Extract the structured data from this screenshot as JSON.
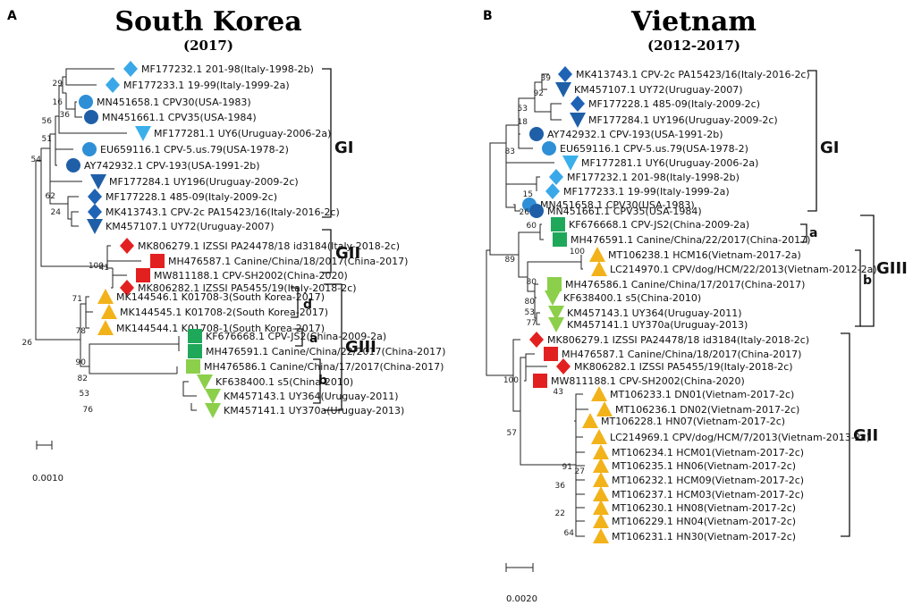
{
  "colors": {
    "circle": "#2e8fd6",
    "circle_dark": "#1f5fa8",
    "diamond_light": "#3aa8e8",
    "diamond_dark": "#1f63b5",
    "triangle_down_light": "#3ab0ea",
    "triangle_down_dark": "#1f5fa8",
    "red": "#e32020",
    "yellow": "#f2b21a",
    "green": "#1fa85a",
    "lightgreen": "#8ccf4a"
  },
  "panels": [
    {
      "letter": "A",
      "title": "South Korea",
      "subtitle": "(2017)",
      "scale_label": "0.0010",
      "taxa": [
        {
          "label": "MF177232.1 201-98(Italy-1998-2b)",
          "shape": "diamond",
          "color": "diamond_light"
        },
        {
          "label": "MF177233.1 19-99(Italy-1999-2a)",
          "shape": "diamond",
          "color": "diamond_light"
        },
        {
          "label": "MN451658.1 CPV30(USA-1983)",
          "shape": "circle",
          "color": "circle"
        },
        {
          "label": "MN451661.1 CPV35(USA-1984)",
          "shape": "circle",
          "color": "circle_dark"
        },
        {
          "label": "MF177281.1 UY6(Uruguay-2006-2a)",
          "shape": "tri-down",
          "color": "triangle_down_light"
        },
        {
          "label": "EU659116.1 CPV-5.us.79(USA-1978-2)",
          "shape": "circle",
          "color": "circle"
        },
        {
          "label": "AY742932.1 CPV-193(USA-1991-2b)",
          "shape": "circle",
          "color": "circle_dark"
        },
        {
          "label": "MF177284.1 UY196(Uruguay-2009-2c)",
          "shape": "tri-down",
          "color": "triangle_down_dark"
        },
        {
          "label": "MF177228.1 485-09(Italy-2009-2c)",
          "shape": "diamond",
          "color": "diamond_dark"
        },
        {
          "label": "MK413743.1 CPV-2c PA15423/16(Italy-2016-2c)",
          "shape": "diamond",
          "color": "diamond_dark"
        },
        {
          "label": "KM457107.1 UY72(Uruguay-2007)",
          "shape": "tri-down",
          "color": "triangle_down_dark"
        },
        {
          "label": "MK806279.1 IZSSI PA24478/18 id3184(Italy-2018-2c)",
          "shape": "diamond",
          "color": "red"
        },
        {
          "label": "MH476587.1 Canine/China/18/2017(China-2017)",
          "shape": "square",
          "color": "red"
        },
        {
          "label": "MW811188.1 CPV-SH2002(China-2020)",
          "shape": "square",
          "color": "red"
        },
        {
          "label": "MK806282.1 IZSSI PA5455/19(Italy-2018-2c)",
          "shape": "diamond",
          "color": "red"
        },
        {
          "label": "MK144546.1 K01708-3(South Korea-2017)",
          "shape": "tri-up",
          "color": "yellow"
        },
        {
          "label": "MK144545.1 K01708-2(South Korea-2017)",
          "shape": "tri-up",
          "color": "yellow"
        },
        {
          "label": "MK144544.1 K01708-1(South Korea-2017)",
          "shape": "tri-up",
          "color": "yellow"
        },
        {
          "label": "KF676668.1 CPV-JS2(China-2009-2a)",
          "shape": "square",
          "color": "green"
        },
        {
          "label": "MH476591.1 Canine/China/22/2017(China-2017)",
          "shape": "square",
          "color": "green"
        },
        {
          "label": "MH476586.1 Canine/China/17/2017(China-2017)",
          "shape": "square",
          "color": "lightgreen"
        },
        {
          "label": "KF638400.1 s5(China-2010)",
          "shape": "tri-down",
          "color": "lightgreen"
        },
        {
          "label": "KM457143.1 UY364(Uruguay-2011)",
          "shape": "tri-down",
          "color": "lightgreen"
        },
        {
          "label": "KM457141.1 UY370a(Uruguay-2013)",
          "shape": "tri-down",
          "color": "lightgreen"
        }
      ],
      "bootstrap": [
        "29",
        "16",
        "36",
        "56",
        "51",
        "54",
        "62",
        "24",
        "100",
        "41",
        "71",
        "26",
        "78",
        "90",
        "82",
        "53",
        "76"
      ],
      "groups": [
        {
          "label": "GI"
        },
        {
          "label": "GII"
        },
        {
          "label": "d"
        },
        {
          "label": "a"
        },
        {
          "label": "b"
        },
        {
          "label": "GIII"
        }
      ]
    },
    {
      "letter": "B",
      "title": "Vietnam",
      "subtitle": "(2012-2017)",
      "scale_label": "0.0020",
      "taxa": [
        {
          "label": "MK413743.1 CPV-2c PA15423/16(Italy-2016-2c)",
          "shape": "diamond",
          "color": "diamond_dark"
        },
        {
          "label": "KM457107.1 UY72(Uruguay-2007)",
          "shape": "tri-down",
          "color": "triangle_down_dark"
        },
        {
          "label": "MF177228.1 485-09(Italy-2009-2c)",
          "shape": "diamond",
          "color": "diamond_dark"
        },
        {
          "label": "MF177284.1 UY196(Uruguay-2009-2c)",
          "shape": "tri-down",
          "color": "triangle_down_dark"
        },
        {
          "label": "AY742932.1 CPV-193(USA-1991-2b)",
          "shape": "circle",
          "color": "circle_dark"
        },
        {
          "label": "EU659116.1 CPV-5.us.79(USA-1978-2)",
          "shape": "circle",
          "color": "circle"
        },
        {
          "label": "MF177281.1 UY6(Uruguay-2006-2a)",
          "shape": "tri-down",
          "color": "triangle_down_light"
        },
        {
          "label": "MF177232.1 201-98(Italy-1998-2b)",
          "shape": "diamond",
          "color": "diamond_light"
        },
        {
          "label": "MF177233.1 19-99(Italy-1999-2a)",
          "shape": "diamond",
          "color": "diamond_light"
        },
        {
          "label": "MN451658.1 CPV30(USA-1983)",
          "shape": "circle",
          "color": "circle"
        },
        {
          "label": "MN451661.1 CPV35(USA-1984)",
          "shape": "circle",
          "color": "circle_dark"
        },
        {
          "label": "KF676668.1 CPV-JS2(China-2009-2a)",
          "shape": "square",
          "color": "green"
        },
        {
          "label": "MH476591.1 Canine/China/22/2017(China-2017)",
          "shape": "square",
          "color": "green"
        },
        {
          "label": "MT106238.1 HCM16(Vietnam-2017-2a)",
          "shape": "tri-up",
          "color": "yellow"
        },
        {
          "label": "LC214970.1 CPV/dog/HCM/22/2013(Vietnam-2012-2a)",
          "shape": "tri-up",
          "color": "yellow"
        },
        {
          "label": "MH476586.1 Canine/China/17/2017(China-2017)",
          "shape": "square",
          "color": "lightgreen"
        },
        {
          "label": "KF638400.1 s5(China-2010)",
          "shape": "tri-down",
          "color": "lightgreen"
        },
        {
          "label": "KM457143.1 UY364(Uruguay-2011)",
          "shape": "tri-down",
          "color": "lightgreen"
        },
        {
          "label": "KM457141.1 UY370a(Uruguay-2013)",
          "shape": "tri-down",
          "color": "lightgreen"
        },
        {
          "label": "MK806279.1 IZSSI PA24478/18 id3184(Italy-2018-2c)",
          "shape": "diamond",
          "color": "red"
        },
        {
          "label": "MH476587.1 Canine/China/18/2017(China-2017)",
          "shape": "square",
          "color": "red"
        },
        {
          "label": "MK806282.1 IZSSI PA5455/19(Italy-2018-2c)",
          "shape": "diamond",
          "color": "red"
        },
        {
          "label": "MW811188.1 CPV-SH2002(China-2020)",
          "shape": "square",
          "color": "red"
        },
        {
          "label": "MT106233.1 DN01(Vietnam-2017-2c)",
          "shape": "tri-up",
          "color": "yellow"
        },
        {
          "label": "MT106236.1 DN02(Vietnam-2017-2c)",
          "shape": "tri-up",
          "color": "yellow"
        },
        {
          "label": "MT106228.1 HN07(Vietnam-2017-2c)",
          "shape": "tri-up",
          "color": "yellow"
        },
        {
          "label": "LC214969.1 CPV/dog/HCM/7/2013(Vietnam-2013-2c)",
          "shape": "tri-up",
          "color": "yellow"
        },
        {
          "label": "MT106234.1 HCM01(Vietnam-2017-2c)",
          "shape": "tri-up",
          "color": "yellow"
        },
        {
          "label": "MT106235.1 HN06(Vietnam-2017-2c)",
          "shape": "tri-up",
          "color": "yellow"
        },
        {
          "label": "MT106232.1 HCM09(Vietnam-2017-2c)",
          "shape": "tri-up",
          "color": "yellow"
        },
        {
          "label": "MT106237.1 HCM03(Vietnam-2017-2c)",
          "shape": "tri-up",
          "color": "yellow"
        },
        {
          "label": "MT106230.1 HN08(Vietnam-2017-2c)",
          "shape": "tri-up",
          "color": "yellow"
        },
        {
          "label": "MT106229.1 HN04(Vietnam-2017-2c)",
          "shape": "tri-up",
          "color": "yellow"
        },
        {
          "label": "MT106231.1 HN30(Vietnam-2017-2c)",
          "shape": "tri-up",
          "color": "yellow"
        }
      ],
      "bootstrap": [
        "39",
        "92",
        "53",
        "18",
        "83",
        "15",
        "26",
        "60",
        "89",
        "100",
        "80",
        "80",
        "53",
        "77",
        "100",
        "43",
        "57",
        "91",
        "27",
        "36",
        "22",
        "64"
      ],
      "groups": [
        {
          "label": "GI"
        },
        {
          "label": "a"
        },
        {
          "label": "b"
        },
        {
          "label": "GIII"
        },
        {
          "label": "GII"
        }
      ]
    }
  ]
}
